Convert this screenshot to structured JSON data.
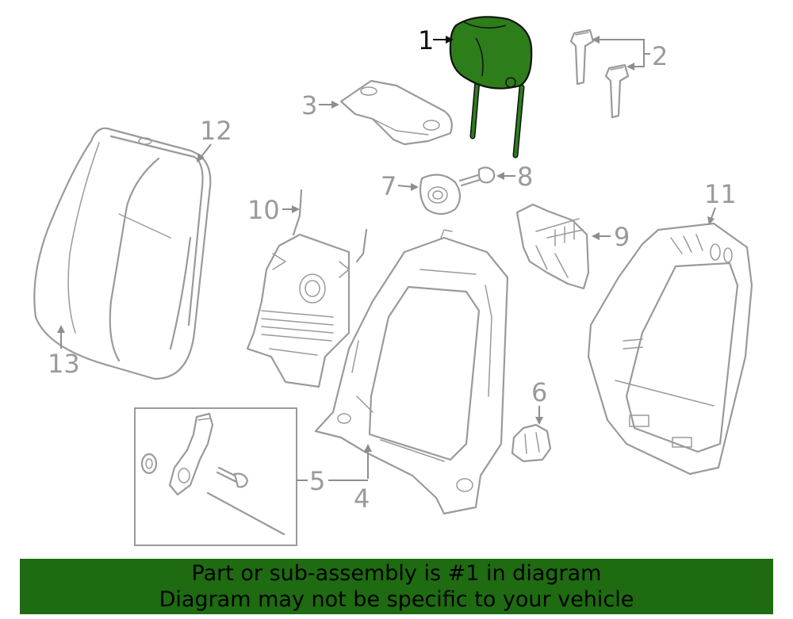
{
  "callouts": {
    "c1": "1",
    "c2": "2",
    "c3": "3",
    "c4": "4",
    "c5": "5",
    "c6": "6",
    "c7": "7",
    "c8": "8",
    "c9": "9",
    "c10": "10",
    "c11": "11",
    "c12": "12",
    "c13": "13"
  },
  "highlight": {
    "part_number": "1",
    "color": "#2d7d1b"
  },
  "banner": {
    "line1": "Part or sub-assembly is #1 in diagram",
    "line2": "Diagram may not be specific to your vehicle",
    "background": "#1e6b11"
  }
}
